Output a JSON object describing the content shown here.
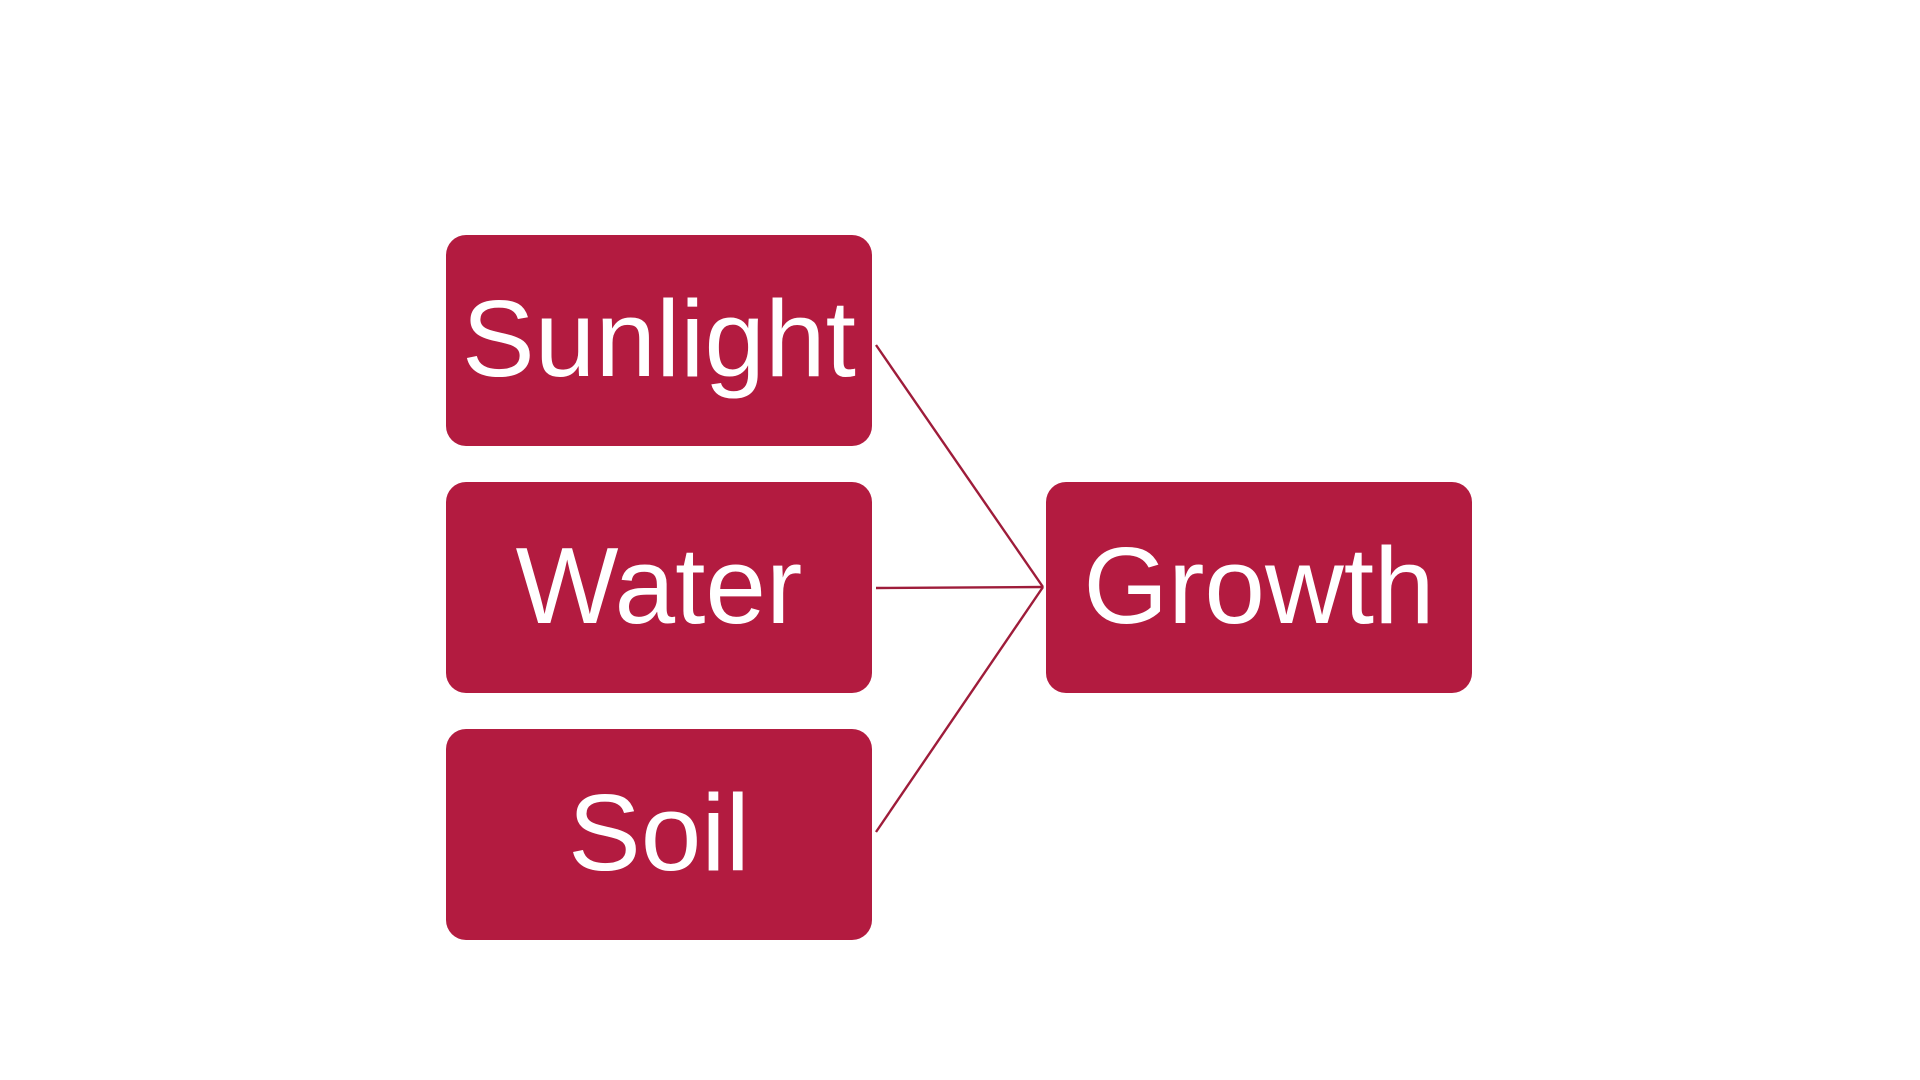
{
  "diagram": {
    "colors": {
      "node_fill": "#b31b40",
      "node_text": "#ffffff",
      "connector": "#9e1c3a",
      "background": "#ffffff"
    },
    "inputs": [
      {
        "id": "sunlight",
        "label": "Sunlight"
      },
      {
        "id": "water",
        "label": "Water"
      },
      {
        "id": "soil",
        "label": "Soil"
      }
    ],
    "output": {
      "id": "growth",
      "label": "Growth"
    },
    "edges": [
      {
        "from": "sunlight",
        "to": "growth"
      },
      {
        "from": "water",
        "to": "growth"
      },
      {
        "from": "soil",
        "to": "growth"
      }
    ]
  }
}
